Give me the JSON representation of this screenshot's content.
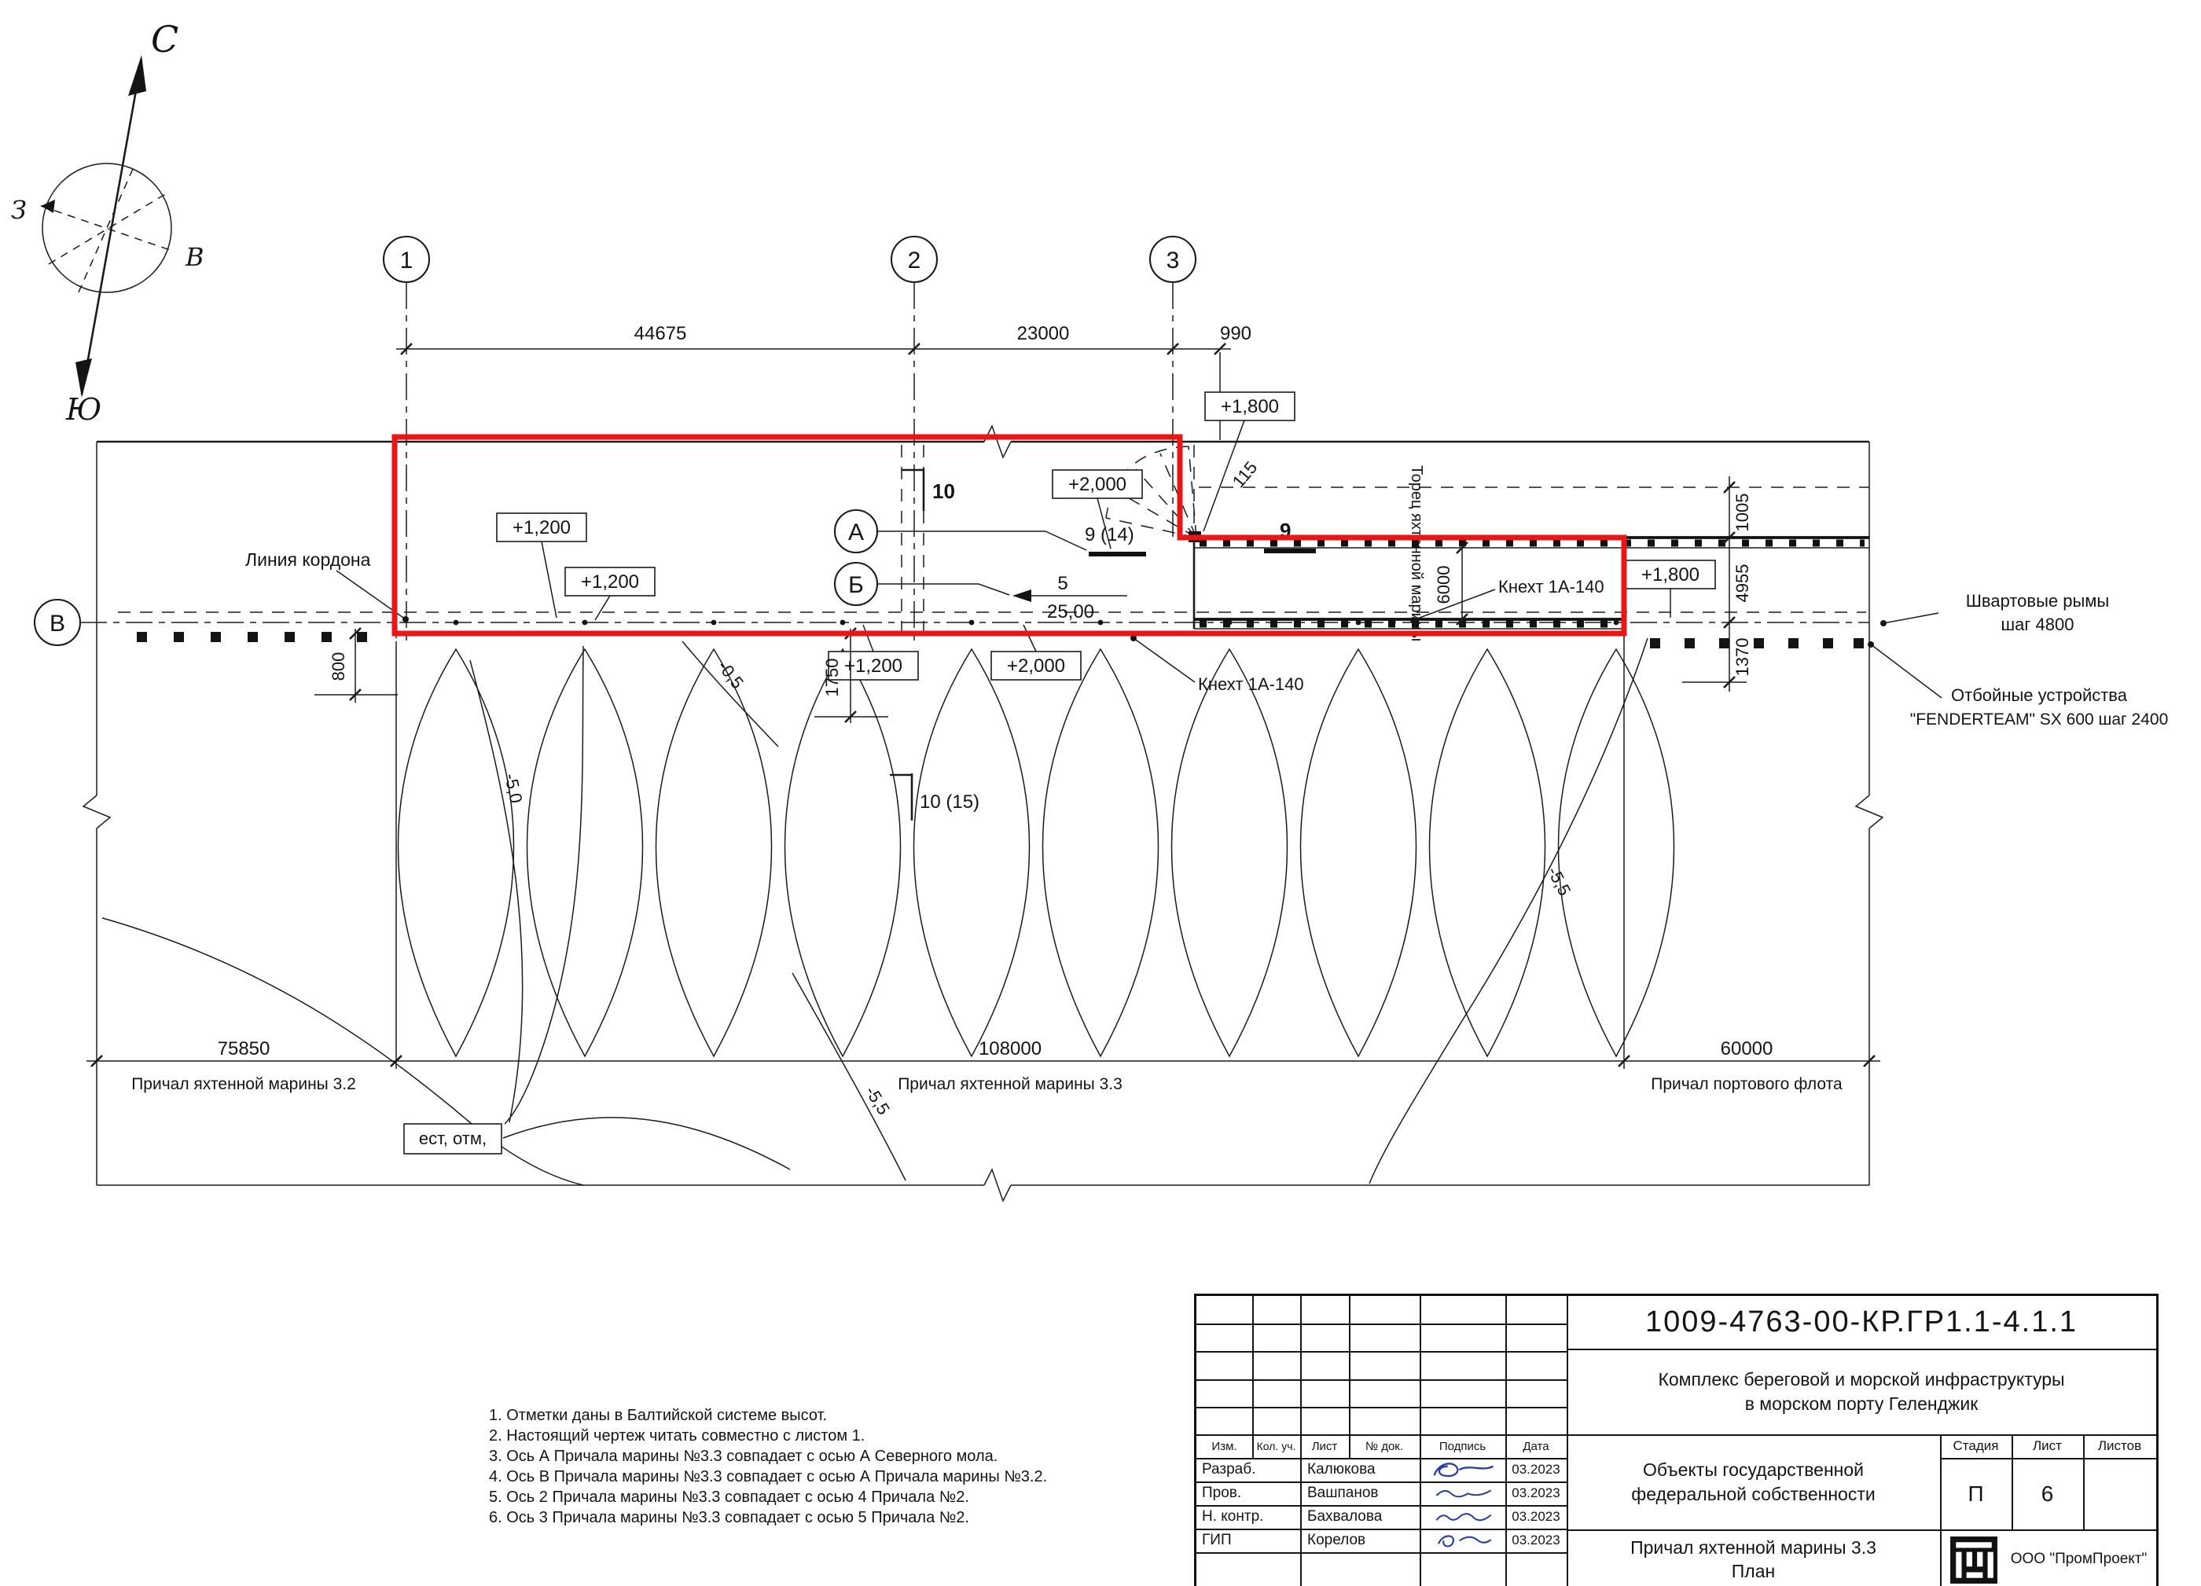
{
  "compass": {
    "north": "С",
    "west": "З",
    "east": "В",
    "south": "Ю"
  },
  "axis_bubbles": {
    "b1": "1",
    "b2": "2",
    "b3": "3",
    "bA": "А",
    "bB": "Б",
    "bV": "В"
  },
  "top_dims": {
    "d1": "44675",
    "d2": "23000",
    "d3": "990"
  },
  "elevations": {
    "left1": "+1,200",
    "left2": "+1,200",
    "mid": "+2,000",
    "fan": "+1,800",
    "right": "+1,800",
    "low1": "+1,200",
    "low2": "+2,000"
  },
  "berth_marks": {
    "n10": "10",
    "n9_14": "9 (14)",
    "n9": "9",
    "n5": "5",
    "n25": "25,00",
    "n10_15": "10 (15)",
    "n115": "115"
  },
  "vert_dims": {
    "v1005": "1005",
    "v4955": "4955",
    "v1370": "1370",
    "v800": "800",
    "v1750": "1750",
    "v6000": "6000"
  },
  "depth_marks": {
    "m1": "-5,0",
    "m2": "-0,5",
    "m3": "-5,5",
    "m4": "-5,5"
  },
  "callouts": {
    "kordon": "Линия кордона",
    "knecht_right": "Кнехт 1А-140",
    "knecht_mid": "Кнехт 1А-140",
    "torec": "Торец яхтенной марины",
    "rym_1": "Швартовые рымы",
    "rym_2": "шаг 4800",
    "fender_1": "Отбойные устройства",
    "fender_2": "\"FENDERTEAM\" SX 600 шаг 2400",
    "est_otm": "ест, отм,"
  },
  "bottom_dims": {
    "d1": "75850",
    "d2": "108000",
    "d3": "60000",
    "l1": "Причал яхтенной марины 3.2",
    "l2": "Причал яхтенной марины 3.3",
    "l3": "Причал портового флота"
  },
  "notes": [
    "1. Отметки даны в Балтийской системе высот.",
    "2. Настоящий чертеж читать совместно с листом 1.",
    "3. Ось А Причала марины №3.3 совпадает с осью А Северного мола.",
    "4. Ось В Причала марины №3.3 совпадает с осью А Причала марины №3.2.",
    "5. Ось 2 Причала марины №3.3 совпадает с осью 4 Причала №2.",
    "6. Ось 3 Причала марины №3.3 совпадает с осью 5 Причала №2."
  ],
  "title_block": {
    "doc_number": "1009-4763-00-КР.ГР1.1-4.1.1",
    "project_1": "Комплекс береговой и морской инфраструктуры",
    "project_2": "в морском порту Геленджик",
    "object_1": "Объекты государственной",
    "object_2": "федеральной собственности",
    "col_izm": "Изм.",
    "col_kol": "Кол. уч.",
    "col_list": "Лист",
    "col_doc": "№ док.",
    "col_sign": "Подпись",
    "col_date": "Дата",
    "rows": [
      {
        "role": "Разраб.",
        "name": "Калюкова",
        "date": "03.2023"
      },
      {
        "role": "Пров.",
        "name": "Вашпанов",
        "date": "03.2023"
      },
      {
        "role": "Н. контр.",
        "name": "Бахвалова",
        "date": "03.2023"
      },
      {
        "role": "ГИП",
        "name": "Корелов",
        "date": "03.2023"
      }
    ],
    "stage_label": "Стадия",
    "sheet_label": "Лист",
    "sheets_label": "Листов",
    "stage": "П",
    "sheet_no": "6",
    "sheets": "",
    "title_1": "Причал яхтенной марины 3.3",
    "title_2": "План",
    "company": "ООО \"ПромПроект\""
  }
}
